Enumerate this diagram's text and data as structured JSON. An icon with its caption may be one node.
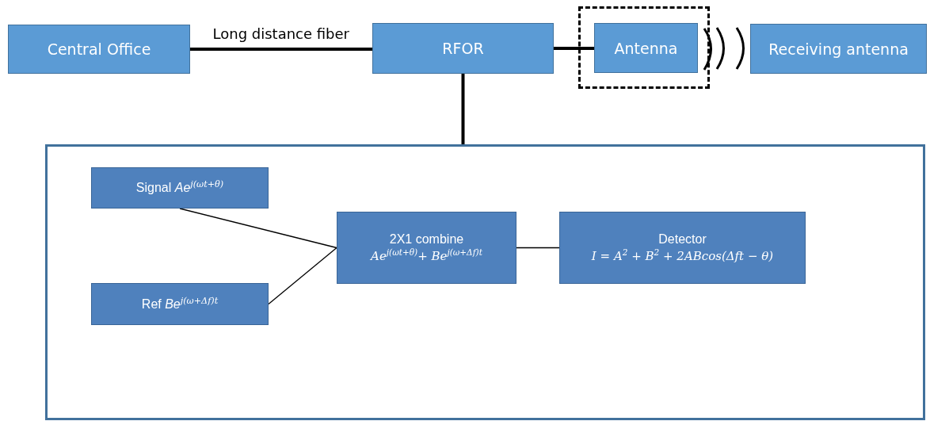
{
  "diagram": {
    "nodes": [
      {
        "text": [
          "Central Office"
        ]
      },
      {
        "text": [
          "RFOR"
        ]
      },
      {
        "text": [],
        "shape": "box"
      },
      {
        "text": [
          "Antenna"
        ],
        "in": 2
      },
      {
        "text": [
          "Receiving antenna"
        ]
      },
      {
        "text": [],
        "shape": "box"
      },
      {
        "text": [
          "Signal *Ae*$^{j(ωt+θ)}$"
        ],
        "in": 5
      },
      {
        "text": [
          "Ref *Be*$^{j(ω+Δf)t}$"
        ],
        "in": 5
      },
      {
        "text": [
          "2X1 combine",
          "*Ae*$^{j(ωt+θ)}$+ *Be*$^{j(ω+Δf)t}$"
        ],
        "in": 5
      },
      {
        "text": [
          "Detector",
          "I = A$^{2}$ + B$^{2}$ + 2ABcos(Δft − θ)"
        ],
        "in": 5
      }
    ],
    "edges": [
      {
        "from": 0,
        "to": 1,
        "arrow": "none",
        "label": "Long distance fiber",
        "style": "thick"
      },
      {
        "from": 1,
        "to": 3,
        "arrow": "none",
        "style": "thick"
      },
      {
        "from": 1,
        "to": 5,
        "arrow": "none",
        "style": "thick"
      },
      {
        "from": 6,
        "to": 8,
        "arrow": "none"
      },
      {
        "from": 7,
        "to": 8,
        "arrow": "none"
      },
      {
        "from": 8,
        "to": 9,
        "arrow": "none"
      }
    ]
  }
}
